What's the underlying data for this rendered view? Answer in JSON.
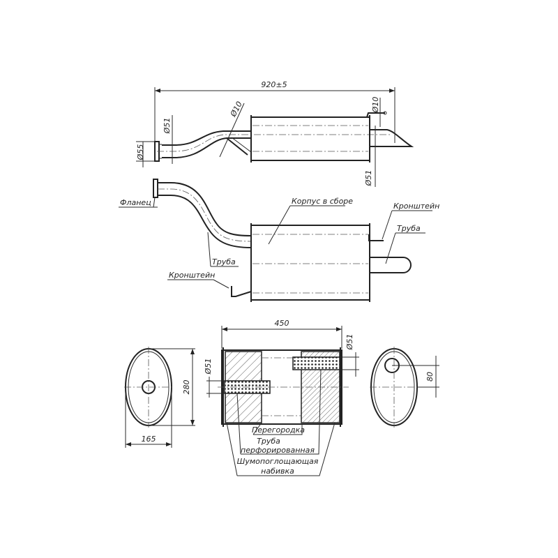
{
  "dimensions": {
    "overall_length": "920±5",
    "flange_diameter": "Ø55",
    "inlet_pipe_diameter": "Ø51",
    "bracket_rod_diameter_left": "Ø10",
    "bracket_rod_diameter_right": "Ø10",
    "outlet_pipe_diameter": "Ø51",
    "body_length": "450",
    "section_inlet_diameter": "Ø51",
    "section_outlet_diameter": "Ø51",
    "body_height": "280",
    "body_width": "165",
    "outlet_offset": "80"
  },
  "labels": {
    "flange": "Фланец",
    "body_assembly": "Корпус в сборе",
    "bracket_right": "Кронштейн",
    "pipe_right": "Труба",
    "pipe_left": "Труба",
    "bracket_left": "Кронштейн",
    "baffle": "Перегородка",
    "perforated_pipe_1": "Труба",
    "perforated_pipe_2": "перфорированная",
    "absorbing_fill_1": "Шумопоглощающая",
    "absorbing_fill_2": "набивка"
  }
}
